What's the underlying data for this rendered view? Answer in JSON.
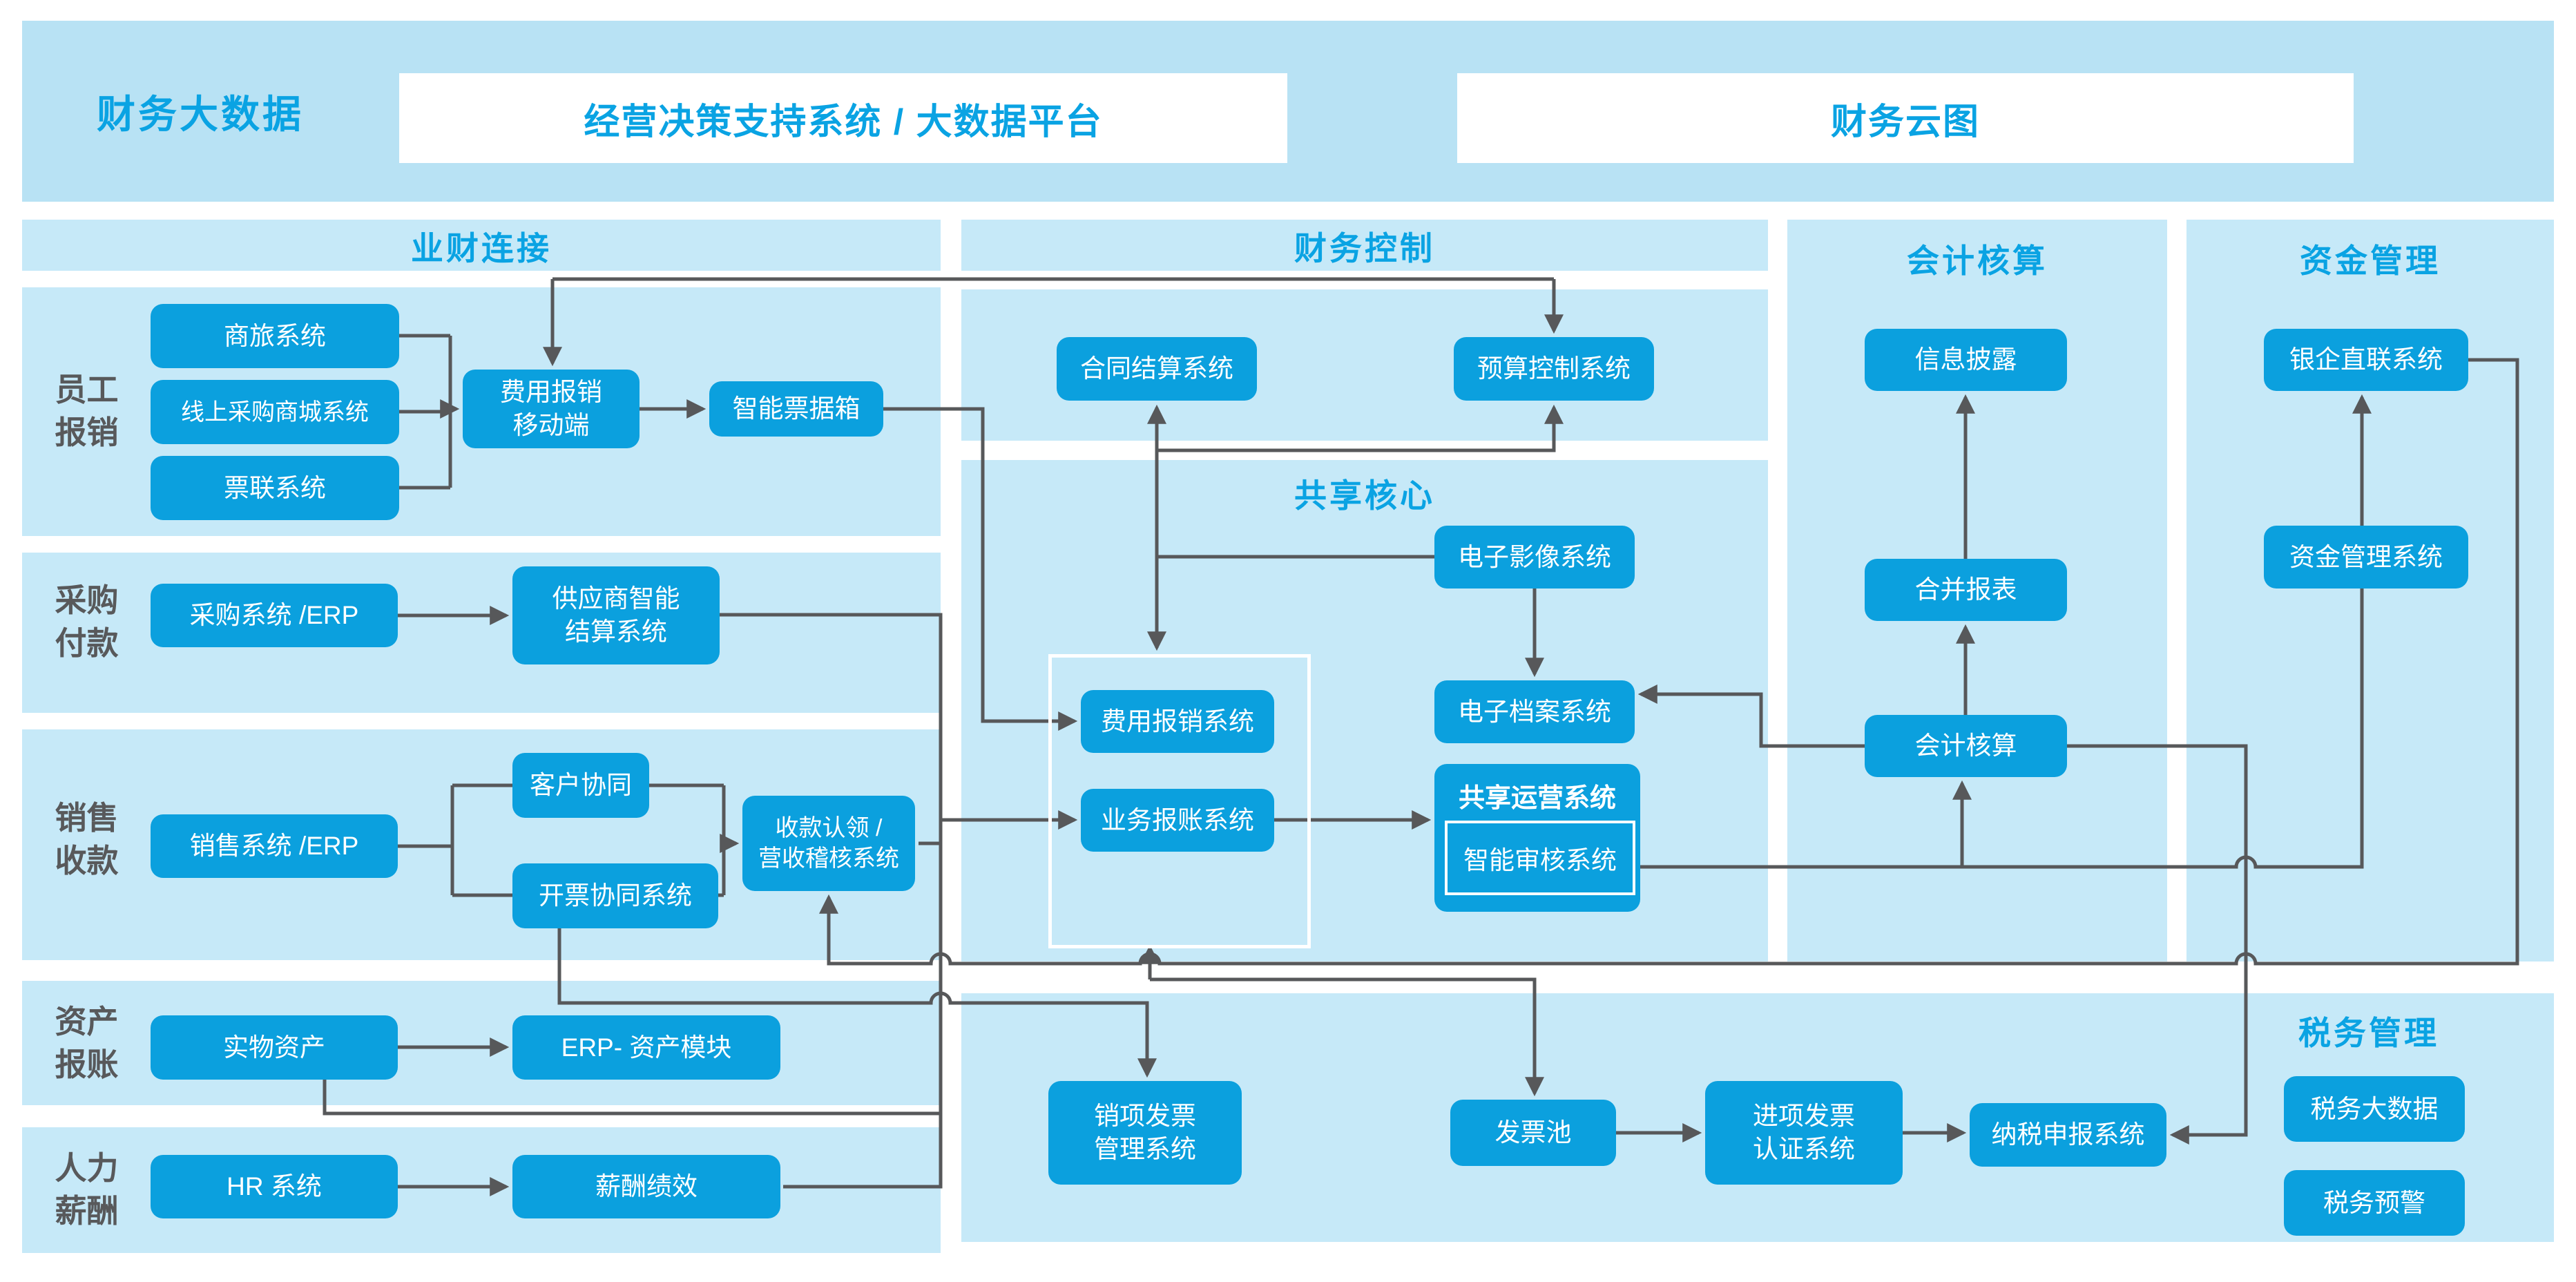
{
  "colors": {
    "accent": "#0aa3e3",
    "node_blue": "#0ba0de",
    "panel_blue": "#c6e9f8",
    "band_blue": "#b8e2f4",
    "line_gray": "#58595b",
    "white": "#ffffff"
  },
  "band": {
    "label": "财务大数据",
    "platform": "经营决策支持系统 / 大数据平台",
    "cloud": "财务云图"
  },
  "sections": {
    "ywlj": "业财连接",
    "cwkz": "财务控制",
    "gxhx": "共享核心",
    "kjhs": "会计核算",
    "zjgl": "资金管理",
    "swgl": "税务管理"
  },
  "rows": {
    "yg": "员工\n报销",
    "cg": "采购\n付款",
    "xs": "销售\n收款",
    "zc": "资产\n报账",
    "rl": "人力\n薪酬"
  },
  "nodes": {
    "shanglv": "商旅系统",
    "xianshang": "线上采购商城系统",
    "pianlian": "票联系统",
    "fybx_mobile": "费用报销\n移动端",
    "znpjx": "智能票据箱",
    "caigou_erp": "采购系统 /ERP",
    "gys": "供应商智能\n结算系统",
    "xiaoshou_erp": "销售系统 /ERP",
    "kehu": "客户协同",
    "kaipiao": "开票协同系统",
    "skrl": "收款认领 /\n营收稽核系统",
    "shiwu": "实物资产",
    "erp_zichan": "ERP- 资产模块",
    "hr": "HR 系统",
    "xinchou": "薪酬绩效",
    "htjs": "合同结算系统",
    "yskz": "预算控制系统",
    "dzyx": "电子影像系统",
    "dzda": "电子档案系统",
    "fybx_sys": "费用报销系统",
    "ywbz": "业务报账系统",
    "gxyy": "共享运营系统",
    "znsh": "智能审核系统",
    "xxpl": "信息披露",
    "hbbb": "合并报表",
    "kjhs_box": "会计核算",
    "yqzl": "银企直联系统",
    "zjglxt": "资金管理系统",
    "xxfp": "销项发票\n管理系统",
    "fpc": "发票池",
    "jxfp": "进项发票\n认证系统",
    "nssb": "纳税申报系统",
    "swdsj": "税务大数据",
    "swyj": "税务预警"
  }
}
